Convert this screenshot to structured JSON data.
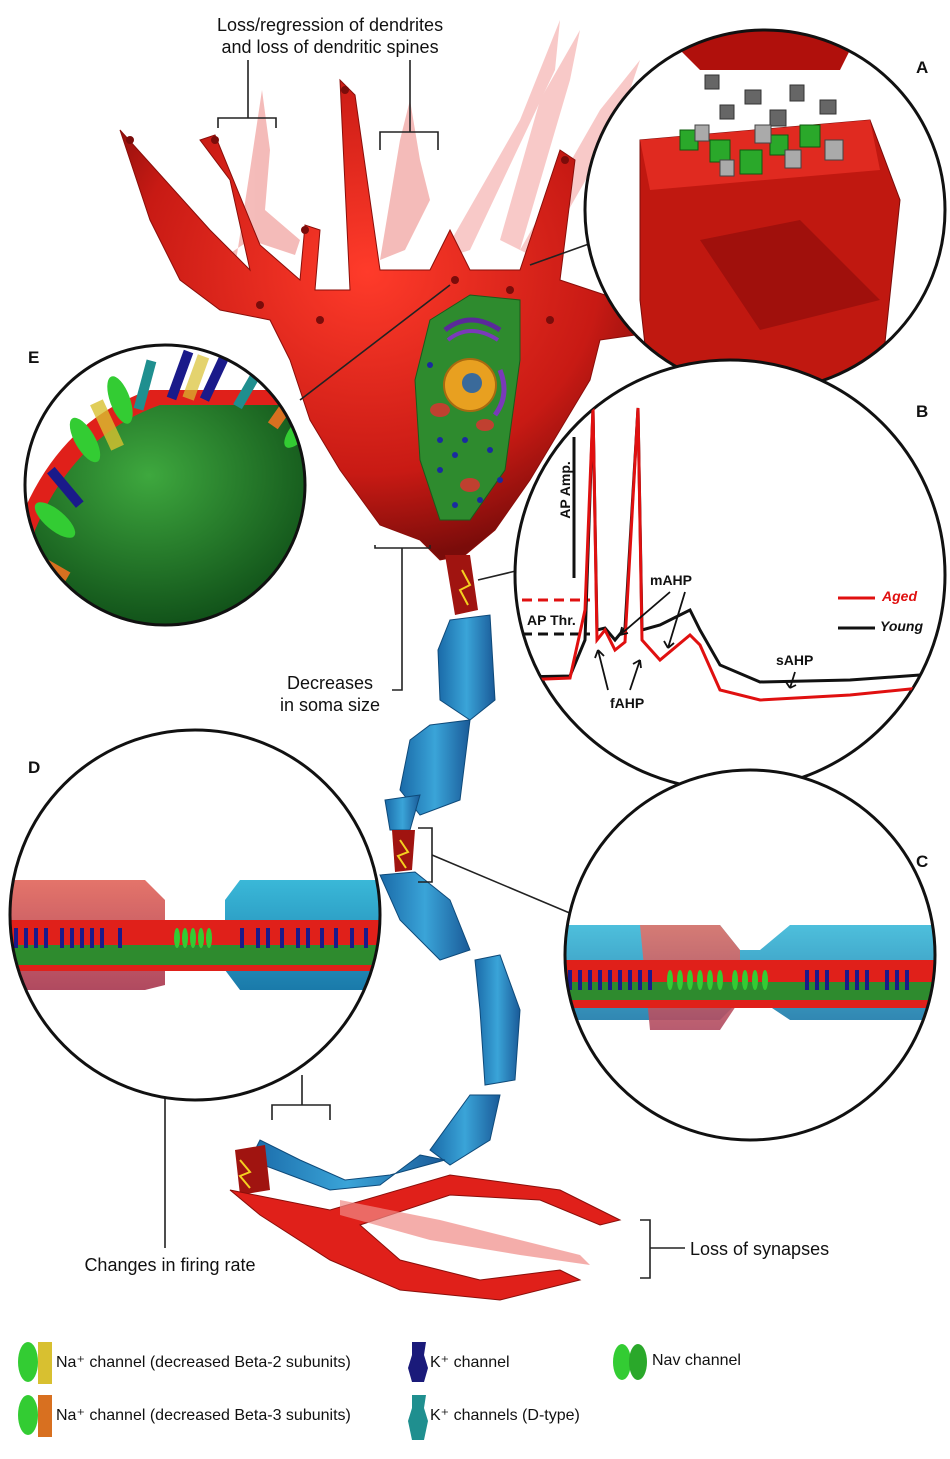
{
  "labels": {
    "dendrites_line1": "Loss/regression of dendrites",
    "dendrites_line2": "and loss of dendritic spines",
    "soma_line1": "Decreases",
    "soma_line2": "in soma size",
    "firing": "Changes in firing rate",
    "synapses": "Loss of synapses"
  },
  "panels": {
    "A": "A",
    "B": "B",
    "C": "C",
    "D": "D",
    "E": "E"
  },
  "panel_b": {
    "ap_amp": "AP Amp.",
    "ap_thr": "AP Thr.",
    "mahp": "mAHP",
    "fahp": "fAHP",
    "sahp": "sAHP",
    "aged": "Aged",
    "young": "Young",
    "colors": {
      "aged": "#e01010",
      "young": "#111111"
    }
  },
  "legend": {
    "na_beta2": "Na⁺ channel (decreased Beta-2 subunits)",
    "na_beta3": "Na⁺ channel (decreased Beta-3 subunits)",
    "k_channel": "K⁺ channel",
    "k_dtype": "K⁺ channels (D-type)",
    "nav": "Nav channel"
  },
  "colors": {
    "neuron_red": "#e0201a",
    "myelin_blue": "#2a86c6",
    "cytoplasm_green": "#2e8b2e",
    "nav_green": "#33cc33",
    "k_navy": "#1a1a7a",
    "k_teal": "#1f8f8f",
    "beta_yellow": "#d8c030",
    "beta_orange": "#d87020"
  }
}
